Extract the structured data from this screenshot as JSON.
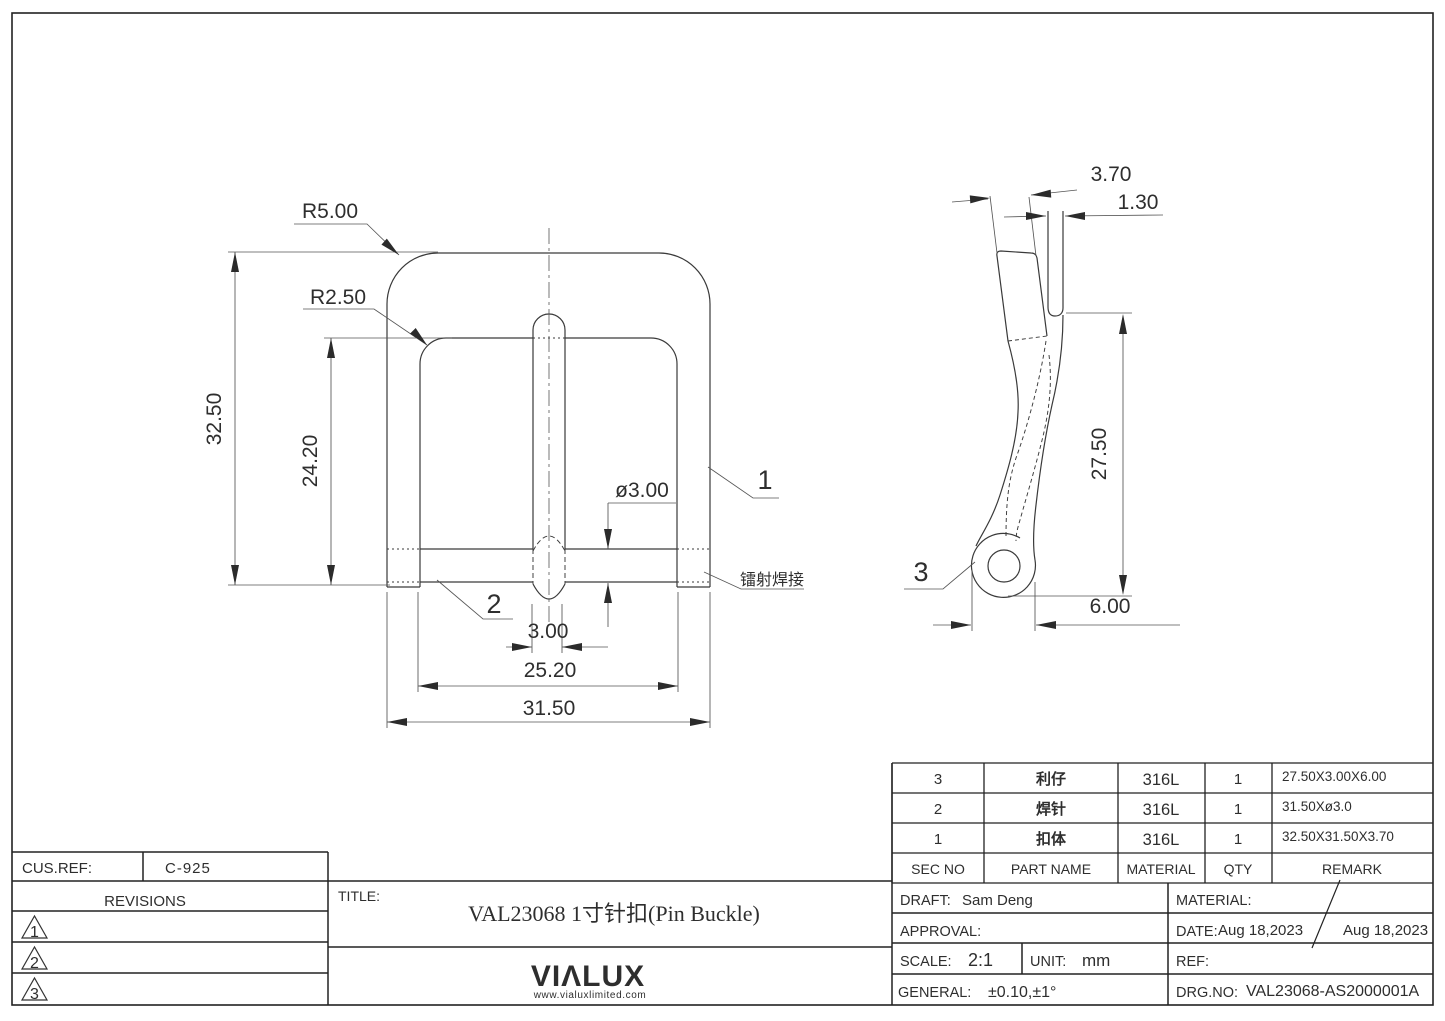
{
  "drawing": {
    "front_view": {
      "dim_radius_outer": "R5.00",
      "dim_radius_inner": "R2.50",
      "dim_overall_height": "32.50",
      "dim_inner_height": "24.20",
      "dim_rod_diameter": "ø3.00",
      "dim_pin_width": "3.00",
      "dim_inner_width": "25.20",
      "dim_overall_width": "31.50",
      "balloon_1": "1",
      "balloon_2": "2",
      "weld_note": "镭射焊接"
    },
    "side_view": {
      "dim_body_thickness": "3.70",
      "dim_tip_thickness": "1.30",
      "dim_pin_length": "27.50",
      "dim_curl_width": "6.00",
      "balloon_3": "3"
    }
  },
  "parts_table": {
    "headers": [
      "SEC NO",
      "PART NAME",
      "MATERIAL",
      "QTY",
      "REMARK"
    ],
    "rows": [
      {
        "sec_no": "3",
        "part_name": "利仔",
        "material": "316L",
        "qty": "1",
        "remark": "27.50X3.00X6.00"
      },
      {
        "sec_no": "2",
        "part_name": "焊针",
        "material": "316L",
        "qty": "1",
        "remark": "31.50Xø3.0"
      },
      {
        "sec_no": "1",
        "part_name": "扣体",
        "material": "316L",
        "qty": "1",
        "remark": "32.50X31.50X3.70"
      }
    ]
  },
  "title_block": {
    "cus_ref_label": "CUS.REF:",
    "cus_ref_value": "C-925",
    "revisions_label": "REVISIONS",
    "rev_markers": [
      "1",
      "2",
      "3"
    ],
    "title_label": "TITLE:",
    "title": "VAL23068  1寸针扣(Pin Buckle)",
    "logo": "VIΛLUX",
    "website": "www.vialuxlimited.com",
    "draft_label": "DRAFT:",
    "draft_value": "Sam  Deng",
    "approval_label": "APPROVAL:",
    "scale_label": "SCALE:",
    "scale_value": "2:1",
    "unit_label": "UNIT:",
    "unit_value": "mm",
    "general_label": "GENERAL:",
    "general_value": "±0.10,±1°",
    "material_label": "MATERIAL:",
    "date_label": "DATE:",
    "date_value1": "Aug  18,2023",
    "date_value2": "Aug  18,2023",
    "ref_label": "REF:",
    "drg_no_label": "DRG.NO:",
    "drg_no_value": "VAL23068-AS2000001A"
  }
}
